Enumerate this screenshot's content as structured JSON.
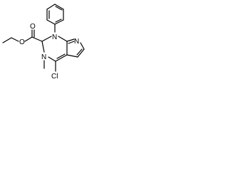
{
  "molecule": {
    "atoms": {
      "O_carbonyl": "O",
      "O_ester": "O",
      "N1": "N",
      "N3": "N",
      "N7": "N",
      "Cl": "Cl"
    },
    "colors": {
      "ink": "#000000",
      "background": "#ffffff"
    }
  }
}
